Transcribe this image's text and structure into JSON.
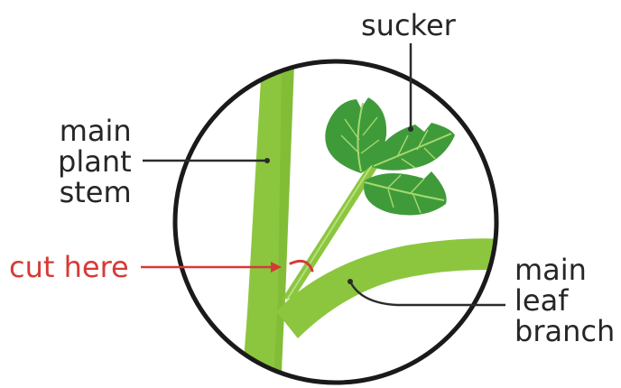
{
  "labels": {
    "sucker": "sucker",
    "main_plant_stem": [
      "main",
      "plant",
      "stem"
    ],
    "cut_here": "cut here",
    "main_leaf_branch": [
      "main",
      "leaf",
      "branch"
    ]
  },
  "colors": {
    "stem_green": "#8cc63f",
    "stem_dark": "#6ea82e",
    "leaf_green": "#3f9b3a",
    "leaf_light": "#6cbd45",
    "leaf_vein": "#a8d86f",
    "circle_outline": "#1a1a1a",
    "leader_line": "#2b2b2b",
    "cut_red": "#d63a36",
    "text": "#262626"
  }
}
